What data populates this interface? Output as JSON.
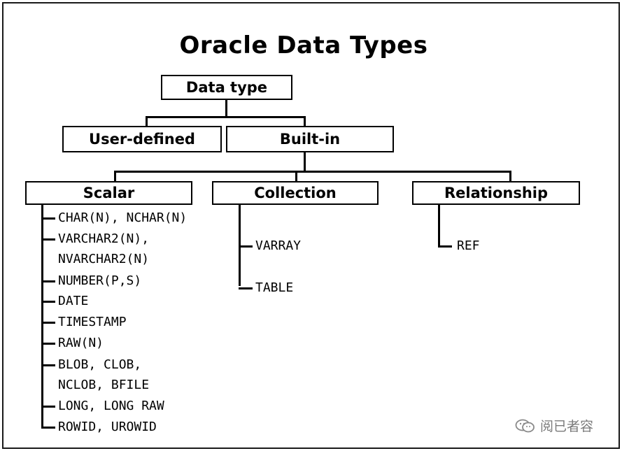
{
  "title": "Oracle Data Types",
  "nodes": {
    "root": "Data type",
    "user_defined": "User-defined",
    "built_in": "Built-in",
    "scalar": "Scalar",
    "collection": "Collection",
    "relationship": "Relationship"
  },
  "scalar_types": [
    "CHAR(N), NCHAR(N)",
    "VARCHAR2(N),",
    "NVARCHAR2(N)",
    "NUMBER(P,S)",
    "DATE",
    "TIMESTAMP",
    "RAW(N)",
    "BLOB, CLOB,",
    "NCLOB, BFILE",
    "LONG, LONG RAW",
    "ROWID, UROWID"
  ],
  "collection_types": [
    "VARRAY",
    "TABLE"
  ],
  "relationship_types": [
    "REF"
  ],
  "watermark": "阅已者容",
  "colors": {
    "line": "#000000",
    "border": "#1a1a1a",
    "watermark": "#7a7a7a"
  }
}
